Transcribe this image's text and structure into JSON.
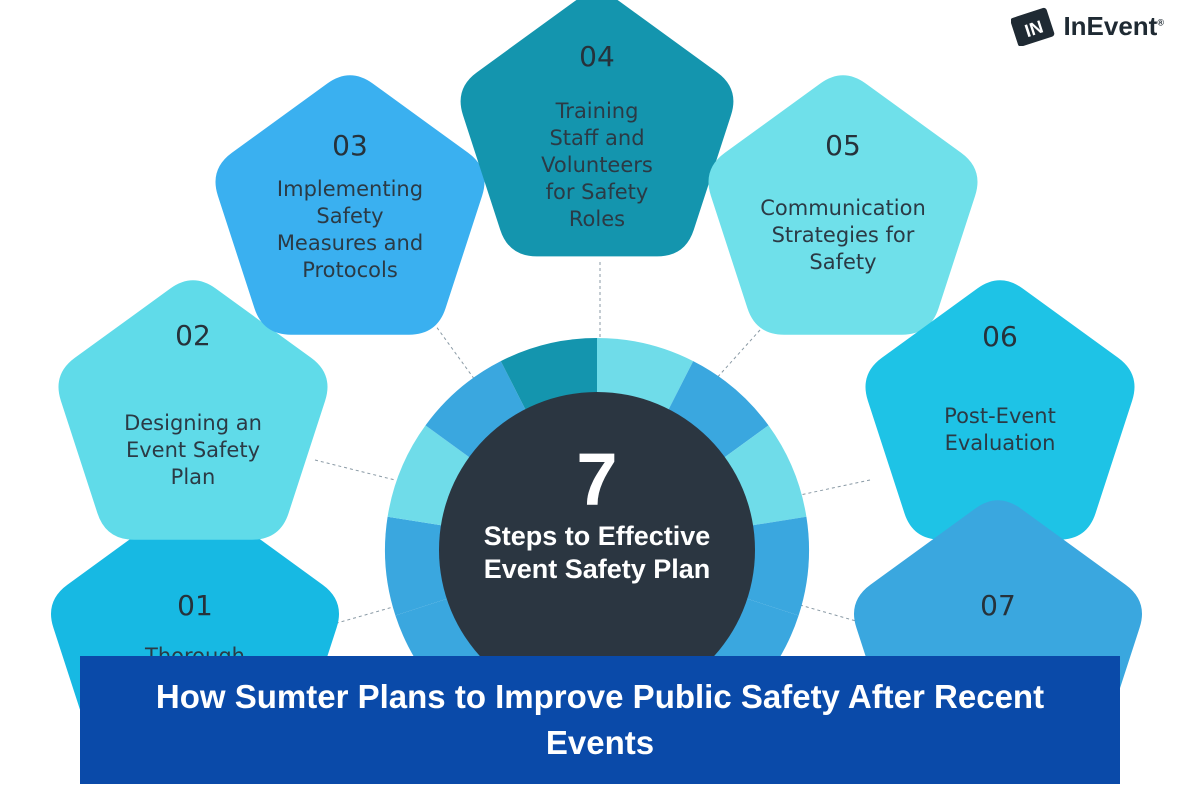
{
  "center": {
    "number": "7",
    "line1": "Steps to Effective",
    "line2": "Event Safety Plan"
  },
  "steps": [
    {
      "num": "01",
      "lines": [
        "Thorough"
      ],
      "color": "#17b9e3"
    },
    {
      "num": "02",
      "lines": [
        "Designing an",
        "Event Safety",
        "Plan"
      ],
      "color": "#60dbe9"
    },
    {
      "num": "03",
      "lines": [
        "Implementing",
        "Safety",
        "Measures and",
        "Protocols"
      ],
      "color": "#3ab0f0"
    },
    {
      "num": "04",
      "lines": [
        "Training",
        "Staff and",
        "Volunteers",
        "for Safety",
        "Roles"
      ],
      "color": "#1495ae"
    },
    {
      "num": "05",
      "lines": [
        "Communication",
        "Strategies for",
        "Safety"
      ],
      "color": "#6fe0ea"
    },
    {
      "num": "06",
      "lines": [
        "Post-Event",
        "Evaluation"
      ],
      "color": "#1ec3e6"
    },
    {
      "num": "07",
      "lines": [],
      "color": "#3aa7df"
    }
  ],
  "banner": {
    "title": "How Sumter Plans to Improve Public Safety After Recent Events",
    "color": "#0a4aa9"
  },
  "logo": {
    "text": "InEvent",
    "mark": "®"
  },
  "colors": {
    "hub": "#2b3641",
    "ring_a": "#3aa7df",
    "ring_b": "#6fdce9",
    "ring_c": "#1495ae"
  }
}
